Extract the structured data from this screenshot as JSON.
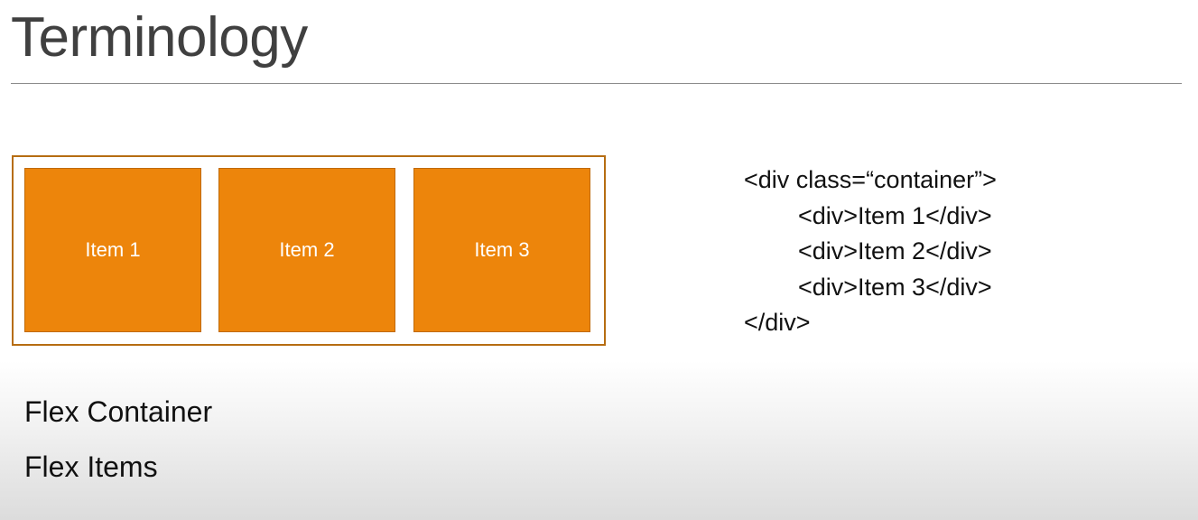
{
  "slide": {
    "title": "Terminology"
  },
  "diagram": {
    "items": [
      {
        "label": "Item 1"
      },
      {
        "label": "Item 2"
      },
      {
        "label": "Item 3"
      }
    ],
    "colors": {
      "container_border": "#b66d12",
      "item_fill": "#ed850b",
      "item_text": "#ffffff"
    }
  },
  "code": {
    "lines": [
      "<div class=“container”>",
      "<div>Item 1</div>",
      "<div>Item 2</div>",
      "<div>Item 3</div>",
      "</div>"
    ]
  },
  "terms": [
    "Flex Container",
    "Flex Items"
  ]
}
